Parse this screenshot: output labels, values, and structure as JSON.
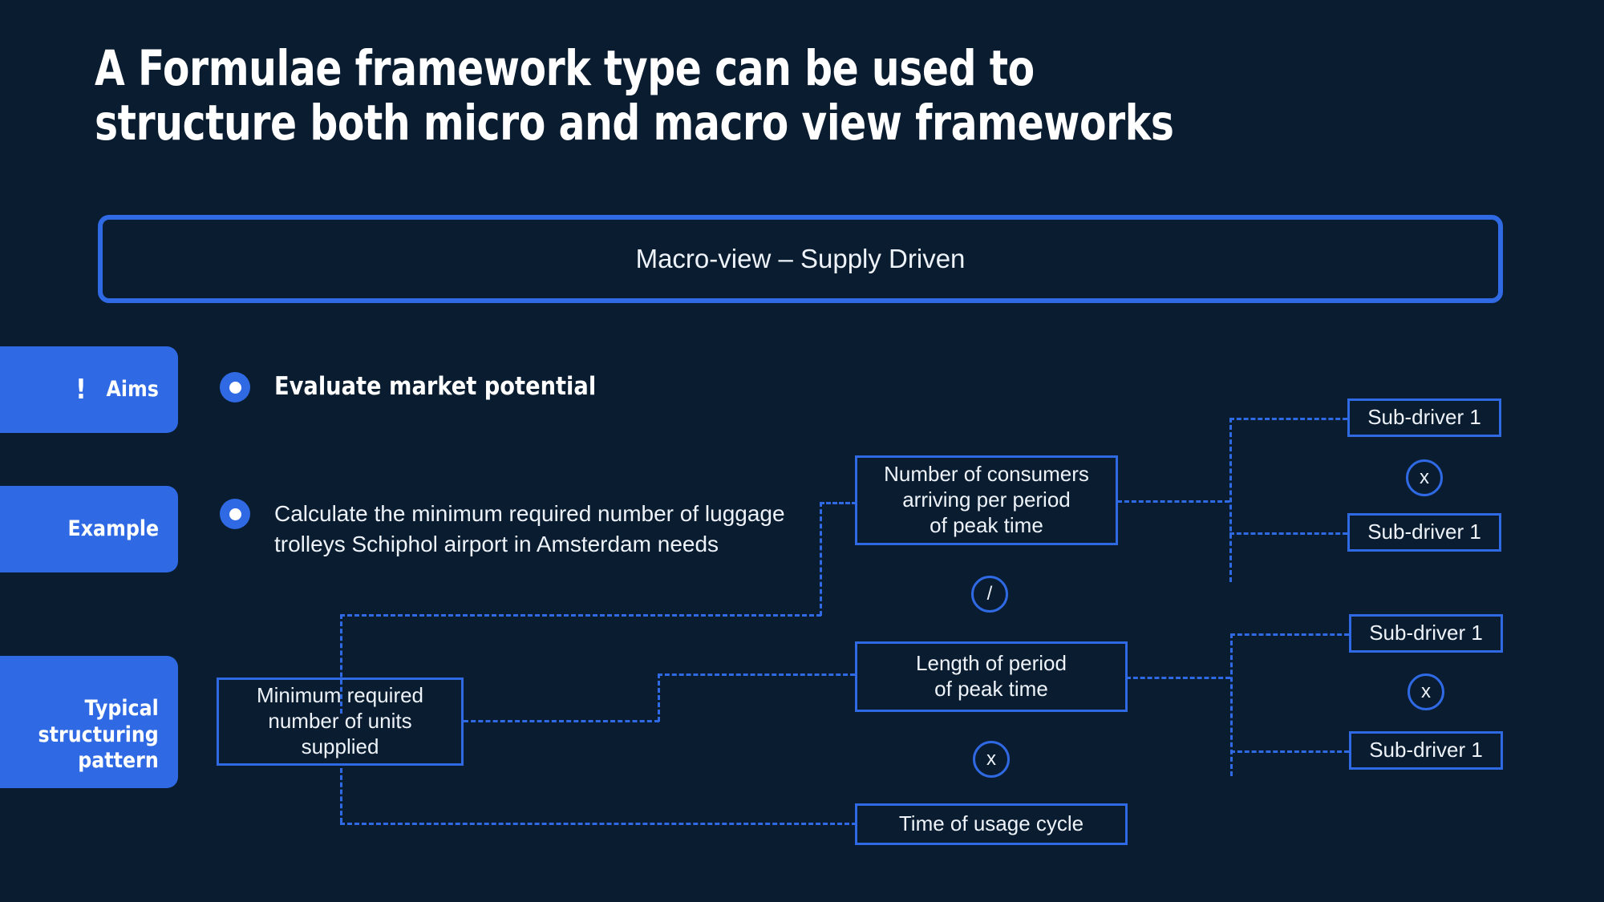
{
  "title": "A Formulae framework type can be used to\nstructure both micro and macro view frameworks",
  "banner": {
    "label": "Macro-view – Supply Driven"
  },
  "categories": [
    {
      "id": "aims",
      "icon": "!",
      "label": "Aims"
    },
    {
      "id": "example",
      "icon": "",
      "label": "Example"
    },
    {
      "id": "pattern",
      "icon": "",
      "label": "Typical\nstructuring\npattern"
    }
  ],
  "bullets": [
    {
      "id": "aims",
      "text": "Evaluate market potential"
    },
    {
      "id": "example",
      "text": "Calculate the minimum required  number of luggage\ntrolleys Schiphol airport in Amsterdam needs"
    }
  ],
  "diagram": {
    "result_node": "Minimum required\nnumber of units\nsupplied",
    "drivers": [
      {
        "id": "driver-1",
        "label": "Number of consumers\narriving per period\nof peak time"
      },
      {
        "id": "driver-2",
        "label": "Length of period\nof peak time"
      },
      {
        "id": "driver-3",
        "label": "Time of usage cycle"
      }
    ],
    "sub_drivers": [
      {
        "id": "sub-1",
        "label": "Sub-driver 1"
      },
      {
        "id": "sub-2",
        "label": "Sub-driver 1"
      },
      {
        "id": "sub-3",
        "label": "Sub-driver 1"
      },
      {
        "id": "sub-4",
        "label": "Sub-driver 1"
      }
    ],
    "operators": [
      {
        "id": "op-sub-top",
        "symbol": "x"
      },
      {
        "id": "op-main-divide",
        "symbol": "/"
      },
      {
        "id": "op-sub-bottom",
        "symbol": "x"
      },
      {
        "id": "op-main-multiply",
        "symbol": "x"
      }
    ]
  },
  "colors": {
    "background": "#0a1c30",
    "accent": "#2f6ae4",
    "text": "#eef3f9"
  }
}
